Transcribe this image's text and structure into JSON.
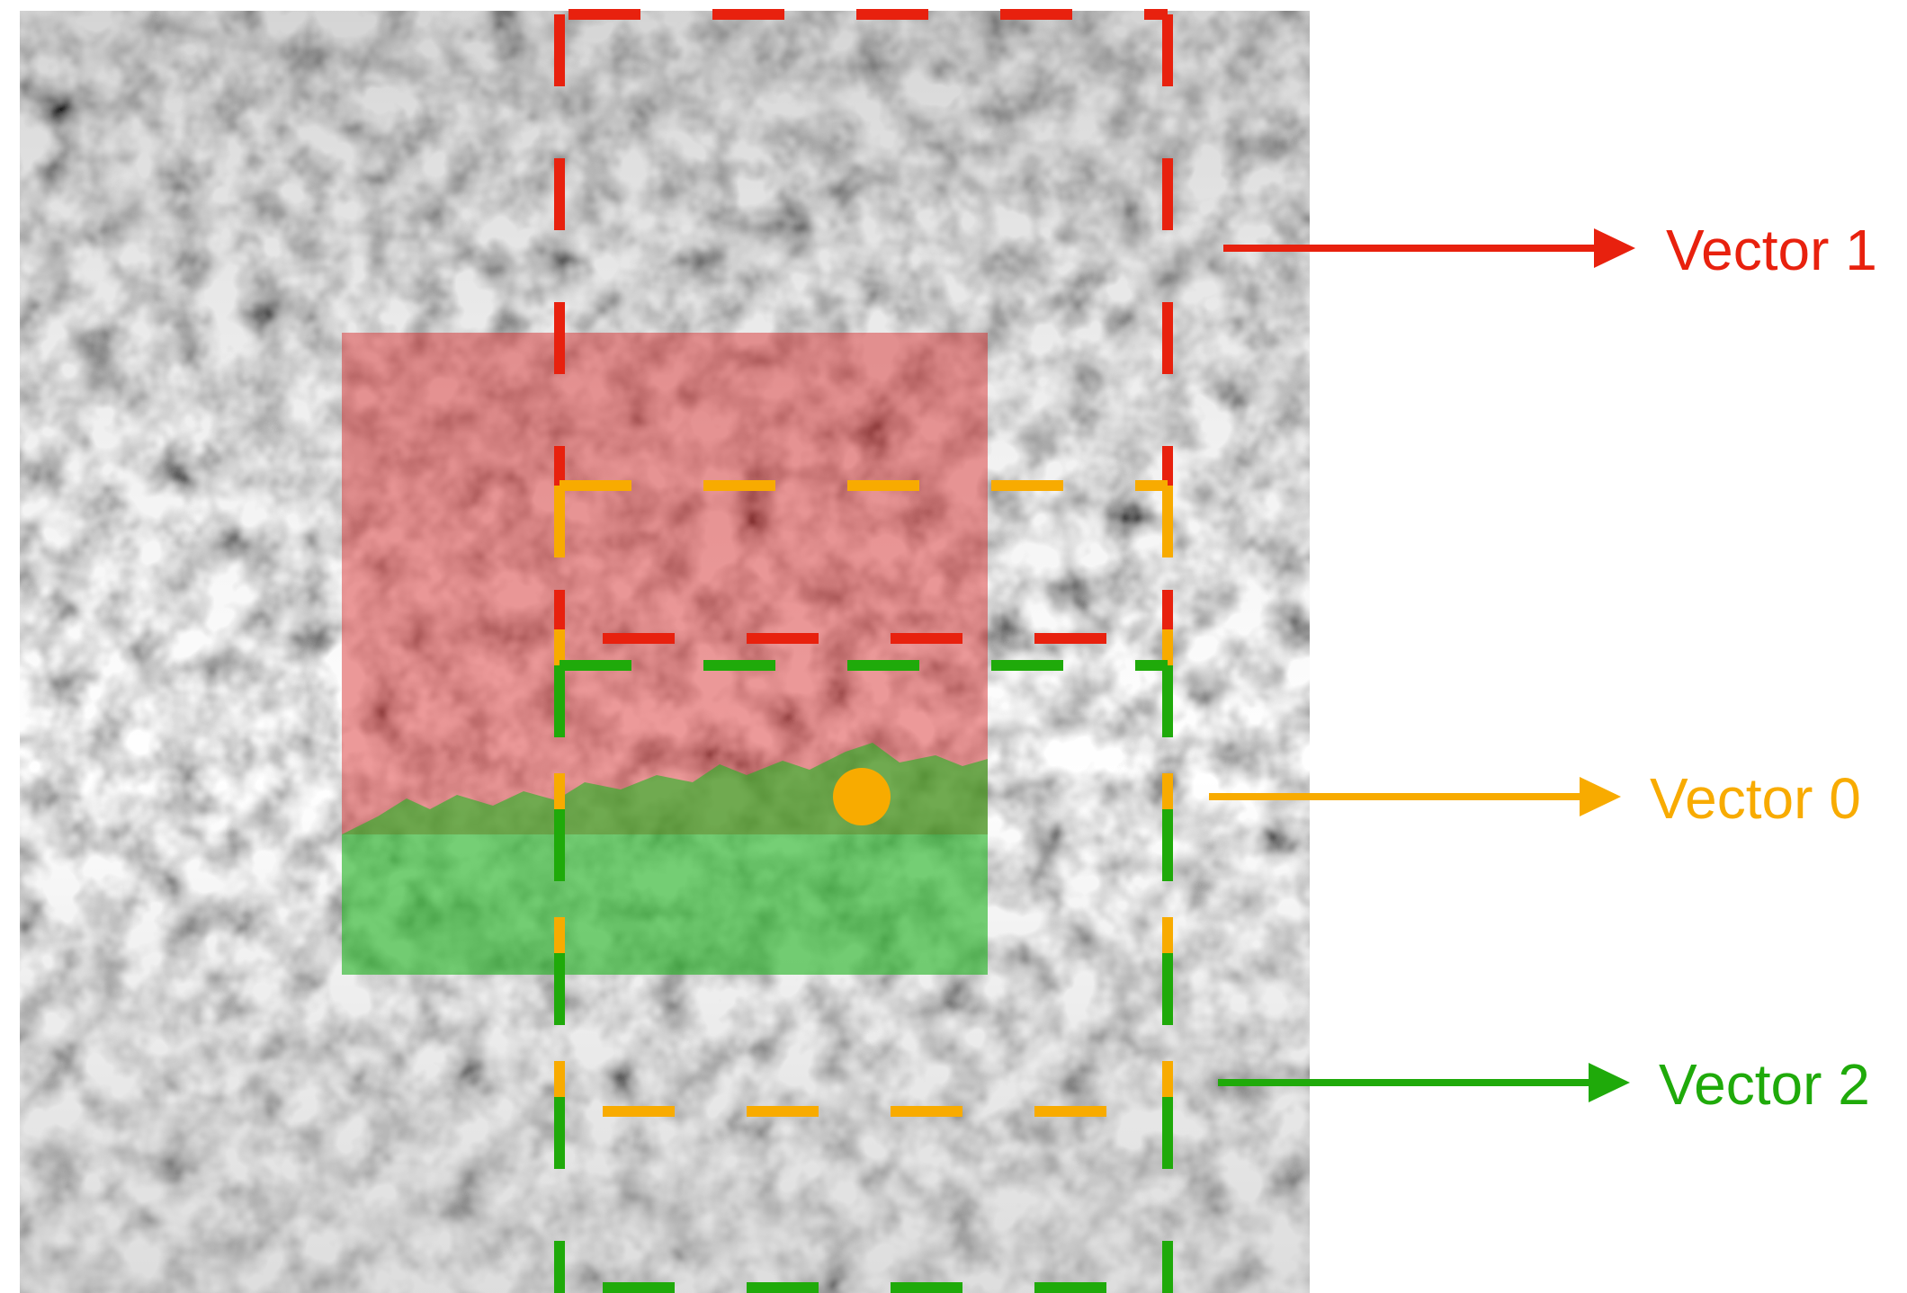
{
  "labels": {
    "vector1": "Vector 1",
    "vector0": "Vector 0",
    "vector2": "Vector 2"
  },
  "colors": {
    "vector1": "#e8210e",
    "vector0": "#f8ab00",
    "vector2": "#1faa0a",
    "red_region": "#e02020",
    "green_region": "#20b020",
    "background": "#ffffff"
  },
  "icons": {
    "marker": "filled-circle",
    "arrows": "arrow-right-icon"
  }
}
